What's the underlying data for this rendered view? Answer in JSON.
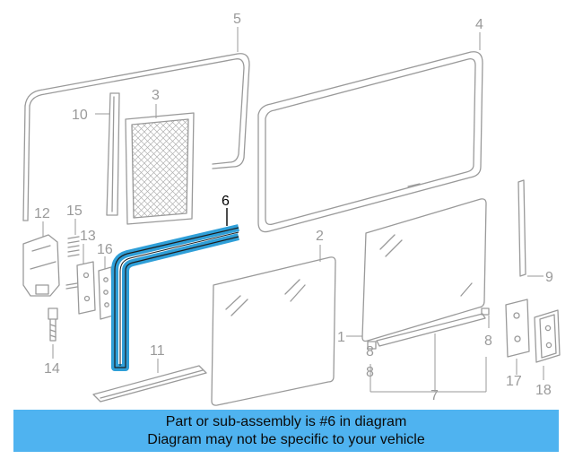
{
  "callouts": {
    "c1": "1",
    "c2": "2",
    "c3": "3",
    "c4": "4",
    "c5": "5",
    "c6": "6",
    "c7": "7",
    "c8a": "8",
    "c8b": "8",
    "c8c": "8",
    "c9": "9",
    "c10": "10",
    "c11": "11",
    "c12": "12",
    "c13": "13",
    "c14": "14",
    "c15": "15",
    "c16": "16",
    "c17": "17",
    "c18": "18"
  },
  "highlight": {
    "part": "6",
    "color": "#2f9fd8"
  },
  "colors": {
    "line": "#9a9a9a",
    "banner": "#4fb3f0"
  },
  "banner": {
    "line1": "Part or sub-assembly is #6 in diagram",
    "line2": "Diagram may not be specific to your vehicle"
  }
}
